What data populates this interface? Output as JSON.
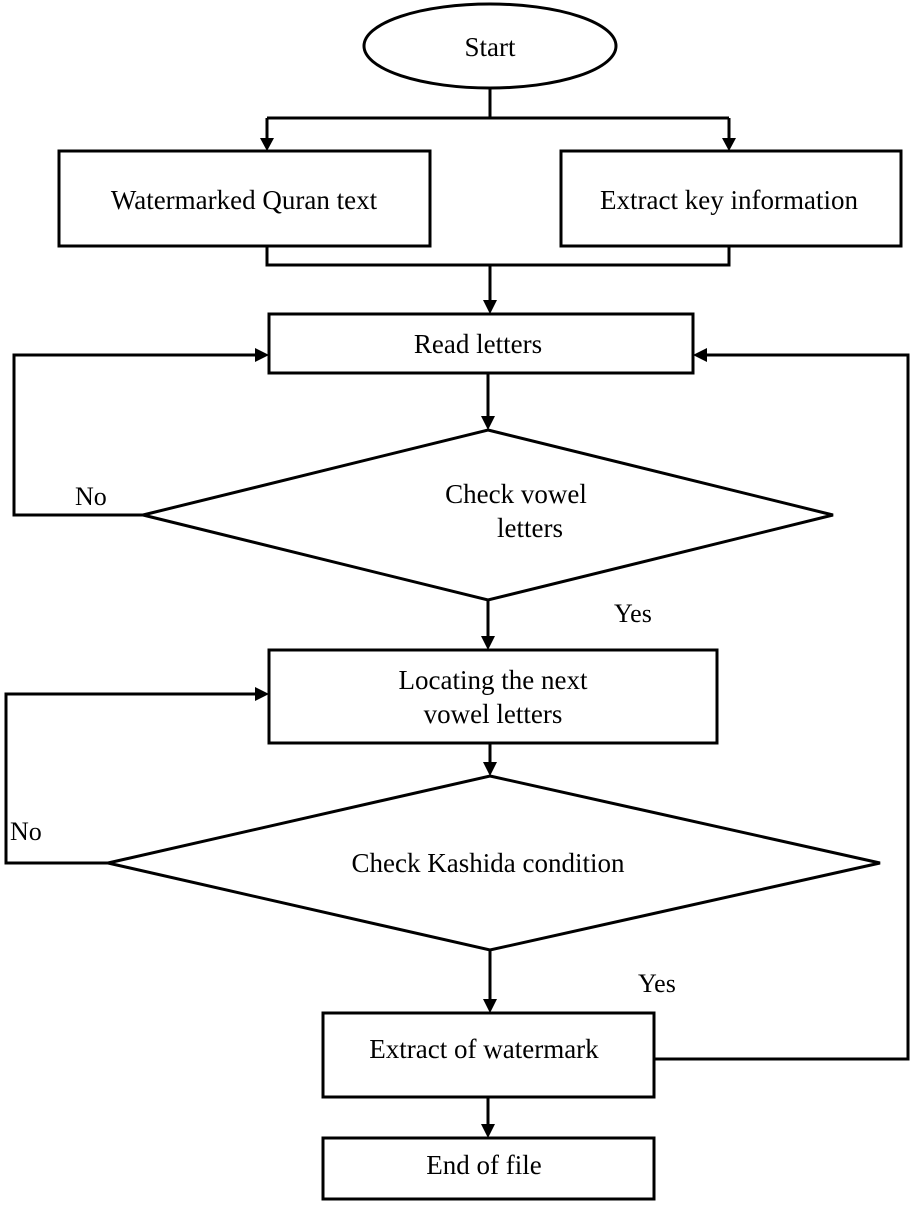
{
  "nodes": {
    "start": "Start",
    "watermarked_text": "Watermarked Quran text",
    "extract_key": "Extract key information",
    "read_letters": "Read letters",
    "check_vowel": [
      "Check vowel",
      "letters"
    ],
    "locate_vowel": [
      "Locating the next",
      "vowel letters"
    ],
    "check_kashida": "Check Kashida condition",
    "extract_watermark": "Extract of watermark",
    "end_of_file": "End of file"
  },
  "branches": {
    "vowel_no": "No",
    "vowel_yes": "Yes",
    "kashida_no": "No",
    "kashida_yes": "Yes"
  }
}
